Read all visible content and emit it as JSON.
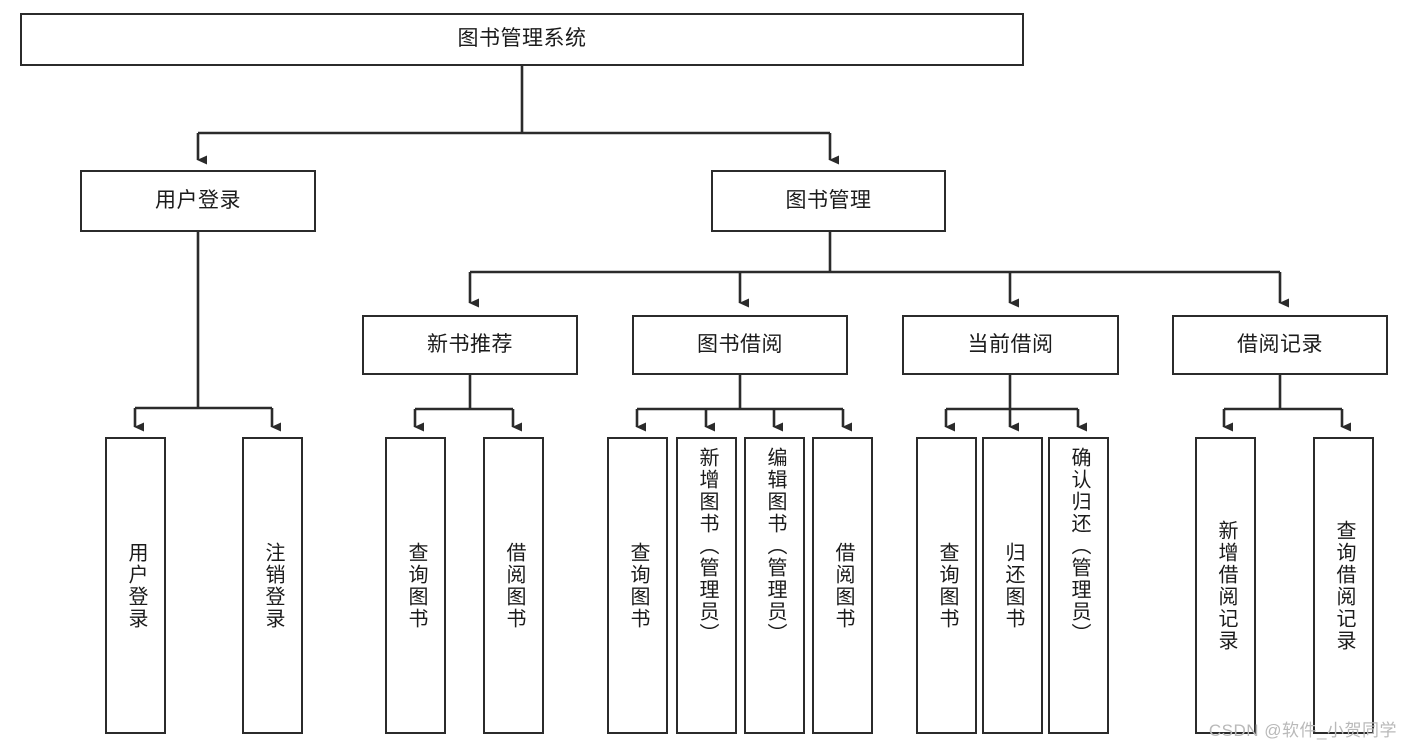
{
  "diagram": {
    "title": "图书管理系统",
    "type": "tree-hierarchy-diagram",
    "watermark": "CSDN @软件_小贺同学",
    "colors": {
      "border": "#2b2b2b",
      "background": "#ffffff",
      "text": "#1b1b1b",
      "connector": "#2b2b2b",
      "watermark": "#b9b9b9"
    },
    "root": {
      "label": "图书管理系统"
    },
    "level2": [
      {
        "label": "用户登录"
      },
      {
        "label": "图书管理"
      }
    ],
    "level3": [
      {
        "label": "新书推荐"
      },
      {
        "label": "图书借阅"
      },
      {
        "label": "当前借阅"
      },
      {
        "label": "借阅记录"
      }
    ],
    "leaves": {
      "user_login": [
        {
          "label": "用户登录"
        },
        {
          "label": "注销登录"
        }
      ],
      "new_book_recommend": [
        {
          "label": "查询图书"
        },
        {
          "label": "借阅图书"
        }
      ],
      "book_borrow": [
        {
          "label": "查询图书"
        },
        {
          "label": "新增图书（管理员）"
        },
        {
          "label": "编辑图书（管理员）"
        },
        {
          "label": "借阅图书"
        }
      ],
      "current_borrow": [
        {
          "label": "查询图书"
        },
        {
          "label": "归还图书"
        },
        {
          "label": "确认归还（管理员）"
        }
      ],
      "borrow_record": [
        {
          "label": "新增借阅记录"
        },
        {
          "label": "查询借阅记录"
        }
      ]
    }
  }
}
